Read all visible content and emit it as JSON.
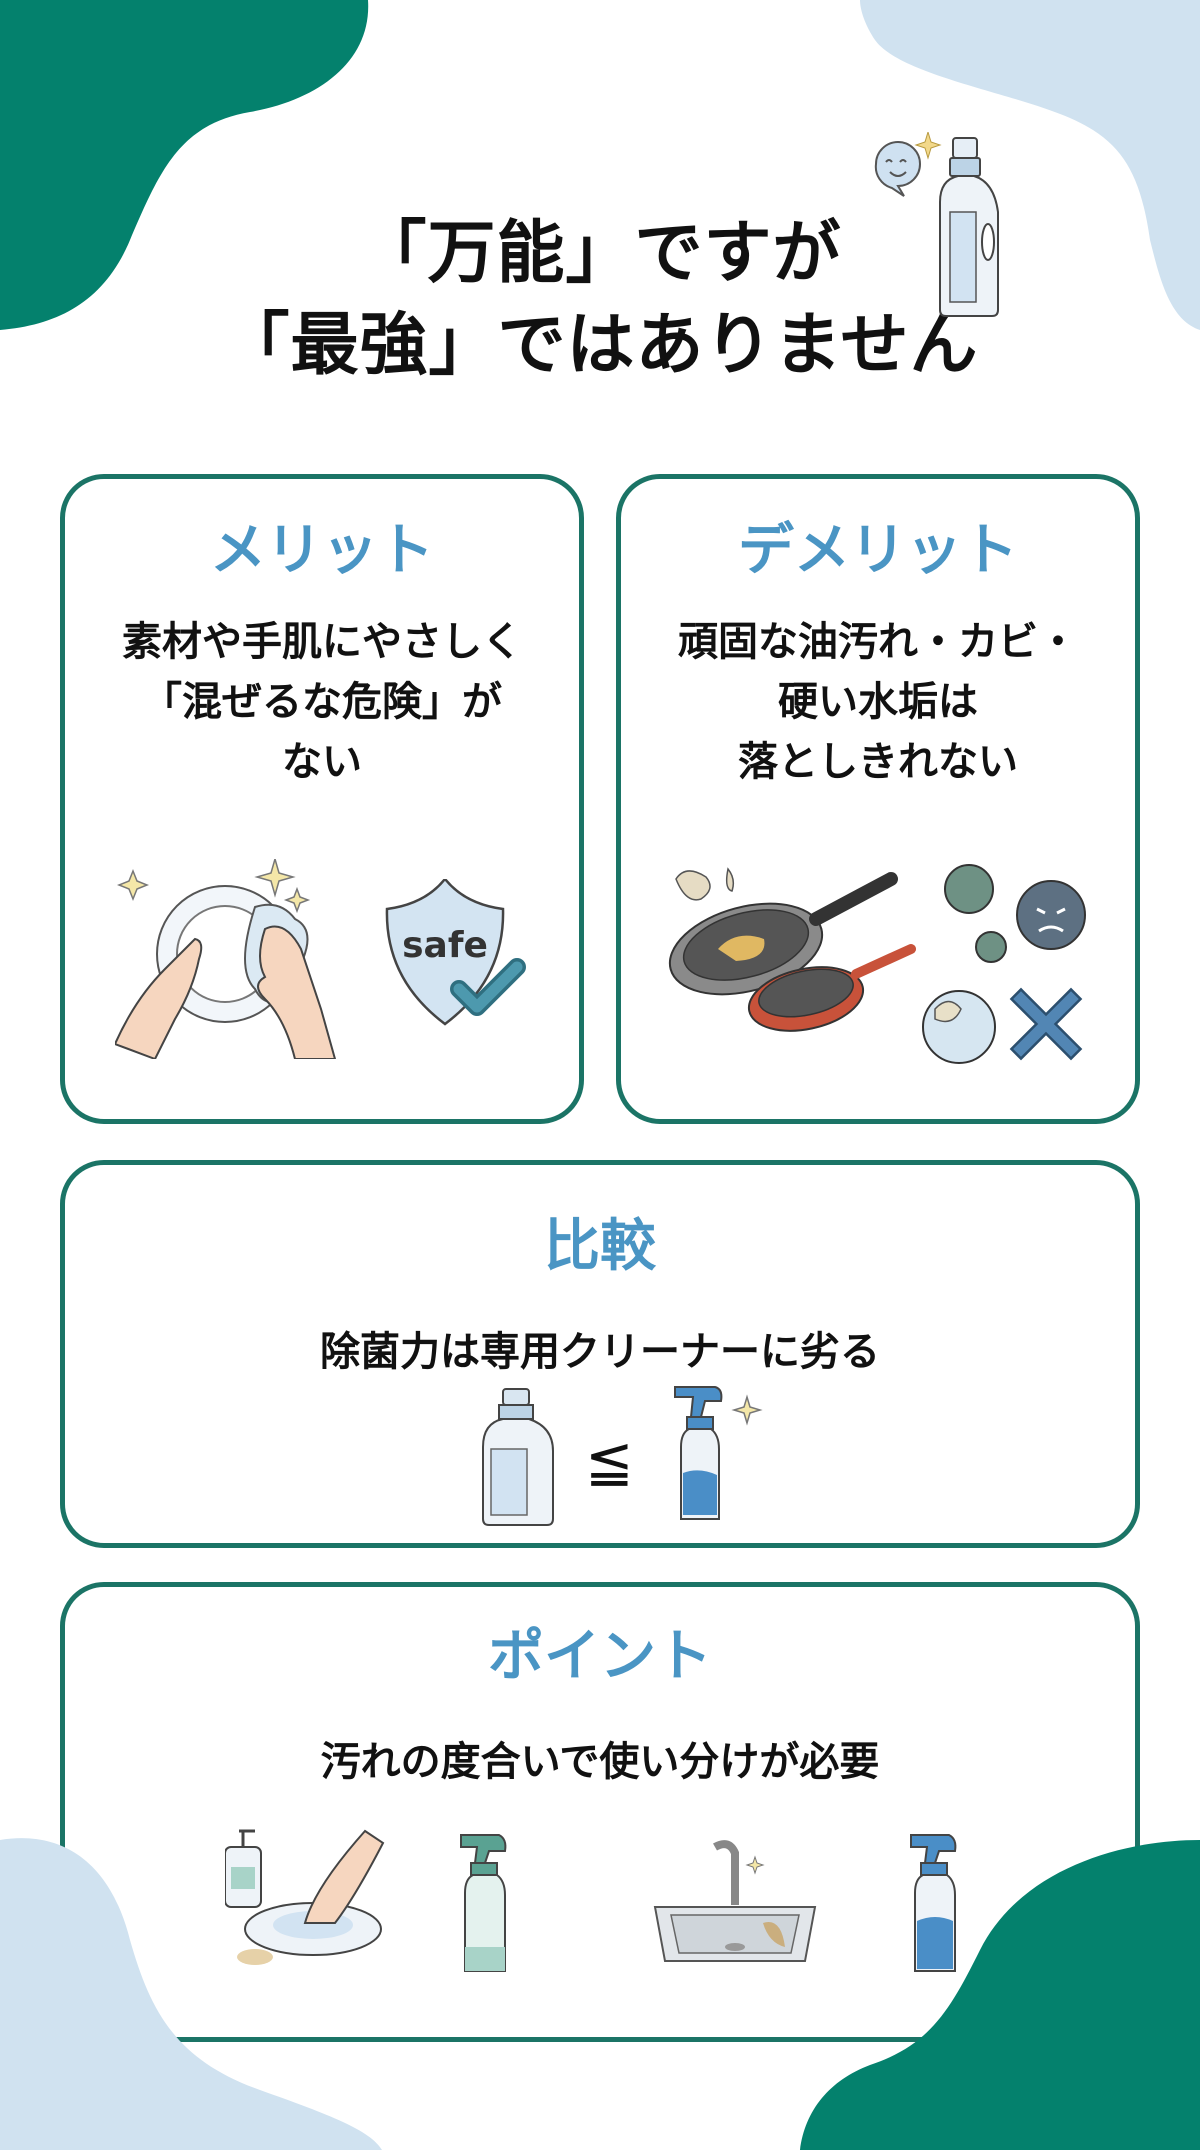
{
  "colors": {
    "dark_green": "#04816d",
    "light_blue": "#d0e2f0",
    "card_border": "#1b7466",
    "heading_blue": "#4a95c4",
    "text": "#111111"
  },
  "title": {
    "line1": "「万能」ですが",
    "line2": "「最強」ではありません"
  },
  "merit": {
    "heading": "メリット",
    "lines": [
      "素材や手肌にやさしく",
      "「混ぜるな危険」が",
      "ない"
    ],
    "safe_label": "safe"
  },
  "demerit": {
    "heading": "デメリット",
    "lines": [
      "頑固な油汚れ・カビ・",
      "硬い水垢は",
      "落としきれない"
    ]
  },
  "compare": {
    "heading": "比較",
    "body": "除菌力は専用クリーナーに劣る",
    "symbol": "≦"
  },
  "point": {
    "heading": "ポイント",
    "body": "汚れの度合いで使い分けが必要"
  }
}
